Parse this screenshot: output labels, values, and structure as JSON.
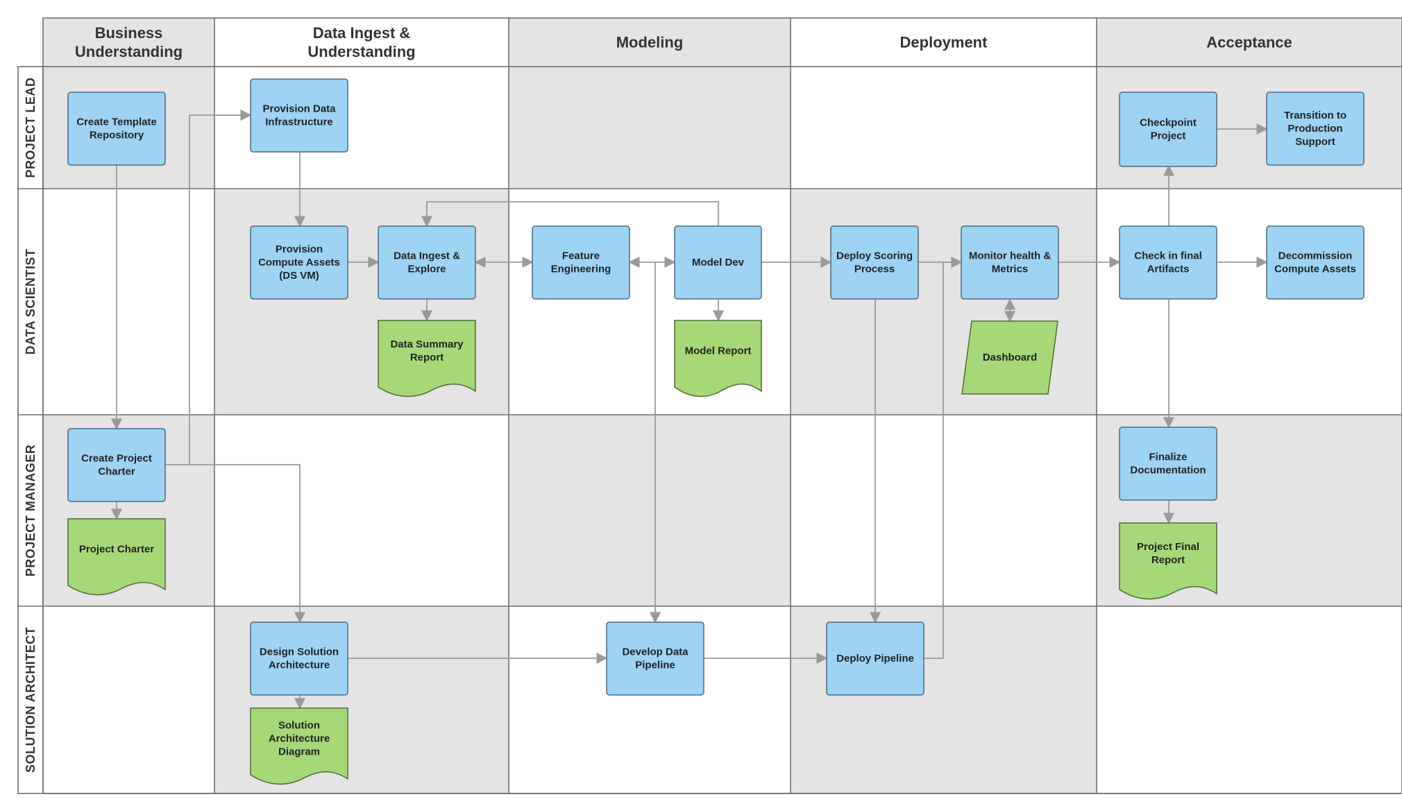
{
  "columns": [
    {
      "id": "business",
      "lines": [
        "Business",
        "Understanding"
      ]
    },
    {
      "id": "ingest",
      "lines": [
        "Data Ingest &",
        "Understanding"
      ]
    },
    {
      "id": "modeling",
      "lines": [
        "Modeling"
      ]
    },
    {
      "id": "deployment",
      "lines": [
        "Deployment"
      ]
    },
    {
      "id": "acceptance",
      "lines": [
        "Acceptance"
      ]
    }
  ],
  "lanes": [
    {
      "id": "lead",
      "label": "PROJECT LEAD"
    },
    {
      "id": "scientist",
      "label": "DATA SCIENTIST"
    },
    {
      "id": "manager",
      "label": "PROJECT MANAGER"
    },
    {
      "id": "architect",
      "label": "SOLUTION ARCHITECT"
    }
  ],
  "nodes": [
    {
      "id": "n-create-template",
      "kind": "process",
      "lines": [
        "Create Template",
        "Repository"
      ]
    },
    {
      "id": "n-provision-infra",
      "kind": "process",
      "lines": [
        "Provision Data",
        "Infrastructure"
      ]
    },
    {
      "id": "n-provision-compute",
      "kind": "process",
      "lines": [
        "Provision",
        "Compute Assets",
        "(DS VM)"
      ]
    },
    {
      "id": "n-data-ingest",
      "kind": "process",
      "lines": [
        "Data Ingest &",
        "Explore"
      ]
    },
    {
      "id": "n-data-summary",
      "kind": "document",
      "lines": [
        "Data Summary",
        "Report"
      ]
    },
    {
      "id": "n-feature-eng",
      "kind": "process",
      "lines": [
        "Feature",
        "Engineering"
      ]
    },
    {
      "id": "n-model-dev",
      "kind": "process",
      "lines": [
        "Model Dev"
      ]
    },
    {
      "id": "n-model-report",
      "kind": "document",
      "lines": [
        "Model Report"
      ]
    },
    {
      "id": "n-deploy-scoring",
      "kind": "process",
      "lines": [
        "Deploy Scoring",
        "Process"
      ]
    },
    {
      "id": "n-monitor",
      "kind": "process",
      "lines": [
        "Monitor health &",
        "Metrics"
      ]
    },
    {
      "id": "n-dashboard",
      "kind": "data",
      "lines": [
        "Dashboard"
      ]
    },
    {
      "id": "n-checkpoint",
      "kind": "process",
      "lines": [
        "Checkpoint",
        "Project"
      ]
    },
    {
      "id": "n-transition",
      "kind": "process",
      "lines": [
        "Transition to",
        "Production",
        "Support"
      ]
    },
    {
      "id": "n-check-final",
      "kind": "process",
      "lines": [
        "Check in final",
        "Artifacts"
      ]
    },
    {
      "id": "n-decommission",
      "kind": "process",
      "lines": [
        "Decommission",
        "Compute Assets"
      ]
    },
    {
      "id": "n-create-charter",
      "kind": "process",
      "lines": [
        "Create Project",
        "Charter"
      ]
    },
    {
      "id": "n-project-charter",
      "kind": "document",
      "lines": [
        "Project Charter"
      ]
    },
    {
      "id": "n-finalize-doc",
      "kind": "process",
      "lines": [
        "Finalize",
        "Documentation"
      ]
    },
    {
      "id": "n-final-report",
      "kind": "document",
      "lines": [
        "Project Final",
        "Report"
      ]
    },
    {
      "id": "n-design-arch",
      "kind": "process",
      "lines": [
        "Design Solution",
        "Architecture"
      ]
    },
    {
      "id": "n-arch-diagram",
      "kind": "document",
      "lines": [
        "Solution",
        "Architecture",
        "Diagram"
      ]
    },
    {
      "id": "n-develop-pipeline",
      "kind": "process",
      "lines": [
        "Develop Data",
        "Pipeline"
      ]
    },
    {
      "id": "n-deploy-pipeline",
      "kind": "process",
      "lines": [
        "Deploy Pipeline"
      ]
    }
  ],
  "connectors": [
    {
      "from": "n-create-template",
      "to": "n-create-charter"
    },
    {
      "from": "n-create-charter",
      "to": "n-provision-infra"
    },
    {
      "from": "n-create-charter",
      "to": "n-design-arch"
    },
    {
      "from": "n-create-charter",
      "to": "n-project-charter"
    },
    {
      "from": "n-provision-infra",
      "to": "n-provision-compute"
    },
    {
      "from": "n-provision-compute",
      "to": "n-data-ingest"
    },
    {
      "from": "n-data-ingest",
      "to": "n-data-summary"
    },
    {
      "from": "n-data-ingest",
      "to": "n-feature-eng",
      "both": true
    },
    {
      "from": "n-feature-eng",
      "to": "n-model-dev",
      "both": true
    },
    {
      "from": "n-model-dev",
      "to": "n-data-ingest"
    },
    {
      "from": "n-model-dev",
      "to": "n-model-report"
    },
    {
      "from": "n-model-dev",
      "to": "n-deploy-scoring"
    },
    {
      "from": "n-feature-eng",
      "to": "n-develop-pipeline"
    },
    {
      "from": "n-deploy-scoring",
      "to": "n-monitor"
    },
    {
      "from": "n-deploy-scoring",
      "to": "n-deploy-pipeline"
    },
    {
      "from": "n-monitor",
      "to": "n-dashboard",
      "both": true
    },
    {
      "from": "n-monitor",
      "to": "n-check-final"
    },
    {
      "from": "n-check-final",
      "to": "n-checkpoint"
    },
    {
      "from": "n-checkpoint",
      "to": "n-transition"
    },
    {
      "from": "n-check-final",
      "to": "n-decommission"
    },
    {
      "from": "n-check-final",
      "to": "n-finalize-doc"
    },
    {
      "from": "n-finalize-doc",
      "to": "n-final-report"
    },
    {
      "from": "n-design-arch",
      "to": "n-arch-diagram"
    },
    {
      "from": "n-design-arch",
      "to": "n-develop-pipeline"
    },
    {
      "from": "n-develop-pipeline",
      "to": "n-deploy-pipeline"
    },
    {
      "from": "n-deploy-pipeline",
      "to": "n-monitor"
    }
  ],
  "colors": {
    "process_fill": "#9dd3f5",
    "process_stroke": "#4a6a82",
    "document_fill": "#a6d877",
    "document_stroke": "#4e6b35",
    "shaded_cell": "#e4e4e4",
    "grid_line": "#6e6e6e",
    "connector": "#9a9a9a",
    "text": "#222222"
  }
}
